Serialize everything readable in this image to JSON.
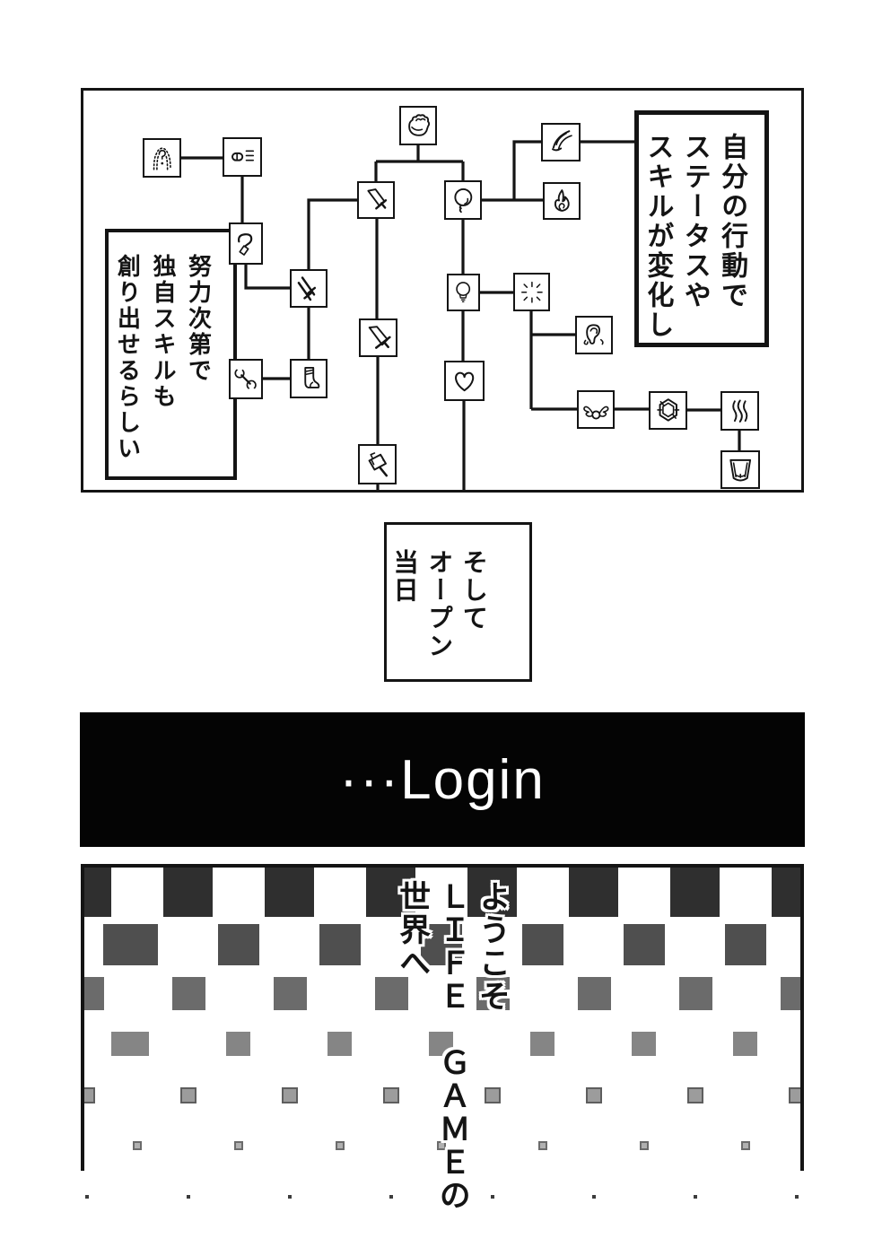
{
  "panel_skill_tree": {
    "caption_right": {
      "col1": "自分の行動で",
      "col2": "ステータスや",
      "col3": "スキルが変化し"
    },
    "caption_left": {
      "col1": "努力次第で",
      "col2": "独自スキルも",
      "col3": "創り出せるらしい"
    },
    "skill_icons": [
      "fist",
      "hooded-stranger",
      "id-card",
      "hook",
      "dual-swords",
      "sword",
      "blade",
      "hammer",
      "wrench",
      "boot",
      "voice-balloon",
      "light-bulb",
      "heart",
      "comet",
      "flame",
      "flash",
      "ear",
      "winged-orb",
      "gem",
      "steam",
      "goblet"
    ]
  },
  "panel_open_day": {
    "col1": "そして",
    "col2": "オープン",
    "col3": "当日"
  },
  "login_banner": {
    "label": "···Login",
    "bg": "#040404",
    "text_color": "#ffffff"
  },
  "panel_welcome": {
    "col1": "ようこそ",
    "col2": "ＬＩＦＥ　ＧＡＭＥの",
    "col3": "世界へ",
    "checker_grays": [
      "#2f2f2f",
      "#4f4f4f",
      "#6b6b6b",
      "#858585",
      "#9c9c9c",
      "#b0b0b0",
      "#3c3c3c"
    ]
  }
}
